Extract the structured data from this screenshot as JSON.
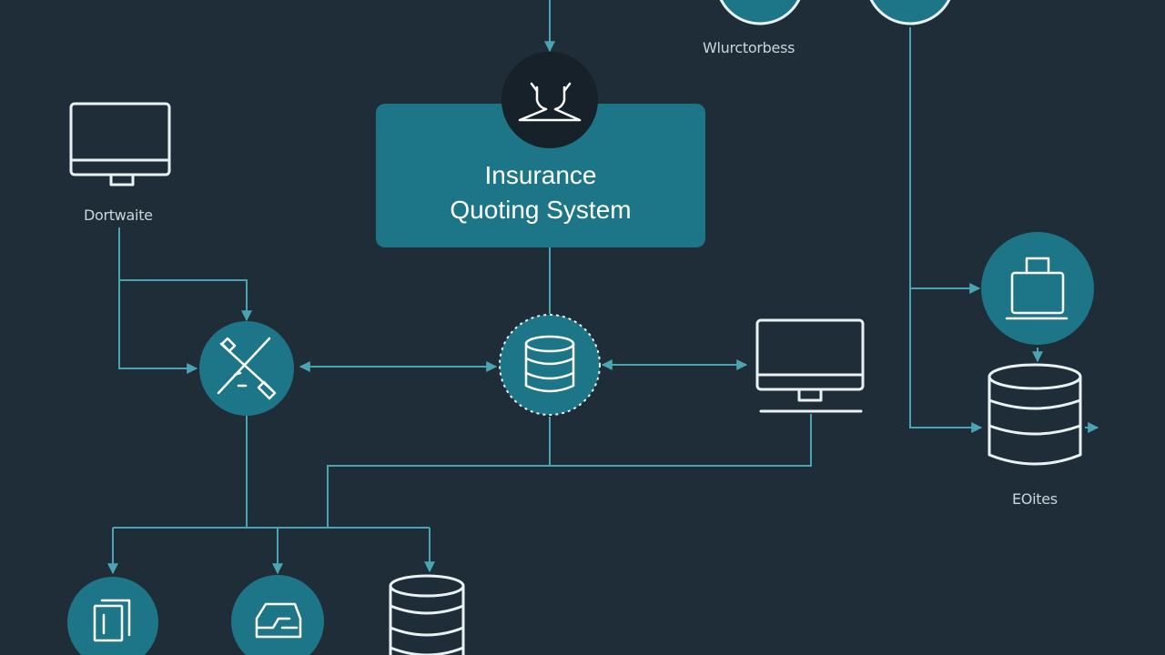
{
  "diagram": {
    "title_line1": "Insurance",
    "title_line2": "Quoting System",
    "labels": {
      "left_monitor": "Dortwaite",
      "top_right": "Wlurctorbess",
      "right_database": "EOites"
    },
    "icons": {
      "top_center": "users-icon",
      "left_monitor": "monitor-icon",
      "tools": "tools-icon",
      "center_db": "database-icon",
      "right_monitor": "monitor-icon",
      "bag": "shopping-bag-icon",
      "right_db": "database-icon",
      "bottom_doc": "document-icon",
      "bottom_car": "car-icon",
      "bottom_db": "database-icon"
    }
  },
  "colors": {
    "background": "#1f2d38",
    "teal": "#1d7687",
    "line": "#4aa5b3"
  }
}
